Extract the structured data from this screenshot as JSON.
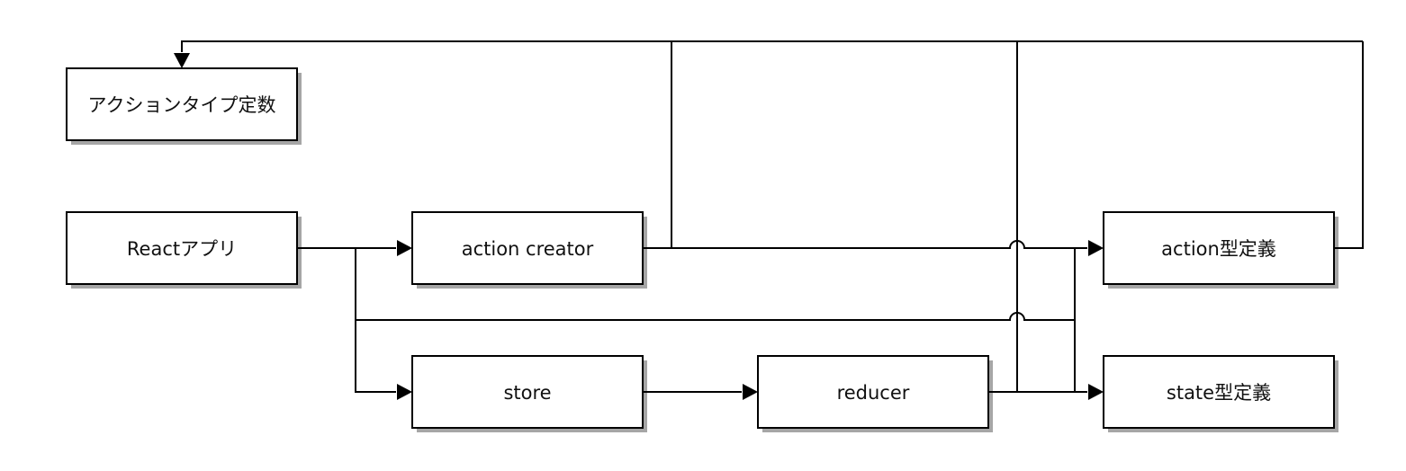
{
  "diagram": {
    "type": "flowchart",
    "nodes": [
      {
        "id": "action_type_constants",
        "label": "アクションタイプ定数"
      },
      {
        "id": "react_app",
        "label": "Reactアプリ"
      },
      {
        "id": "action_creator",
        "label": "action creator"
      },
      {
        "id": "action_type_def",
        "label": "action型定義"
      },
      {
        "id": "store",
        "label": "store"
      },
      {
        "id": "reducer",
        "label": "reducer"
      },
      {
        "id": "state_type_def",
        "label": "state型定義"
      }
    ],
    "edges": [
      {
        "from": "react_app",
        "to": "action_creator"
      },
      {
        "from": "react_app",
        "to": "store"
      },
      {
        "from": "react_app",
        "to": "action_type_def"
      },
      {
        "from": "action_creator",
        "to": "action_type_def"
      },
      {
        "from": "action_creator",
        "to": "action_type_constants"
      },
      {
        "from": "store",
        "to": "reducer"
      },
      {
        "from": "reducer",
        "to": "state_type_def"
      },
      {
        "from": "reducer",
        "to": "action_type_constants"
      },
      {
        "from": "action_type_def",
        "to": "action_type_constants"
      }
    ],
    "colors": {
      "stroke": "#000000",
      "fill": "#ffffff",
      "shadow": "#000000",
      "text": "#111111"
    }
  }
}
